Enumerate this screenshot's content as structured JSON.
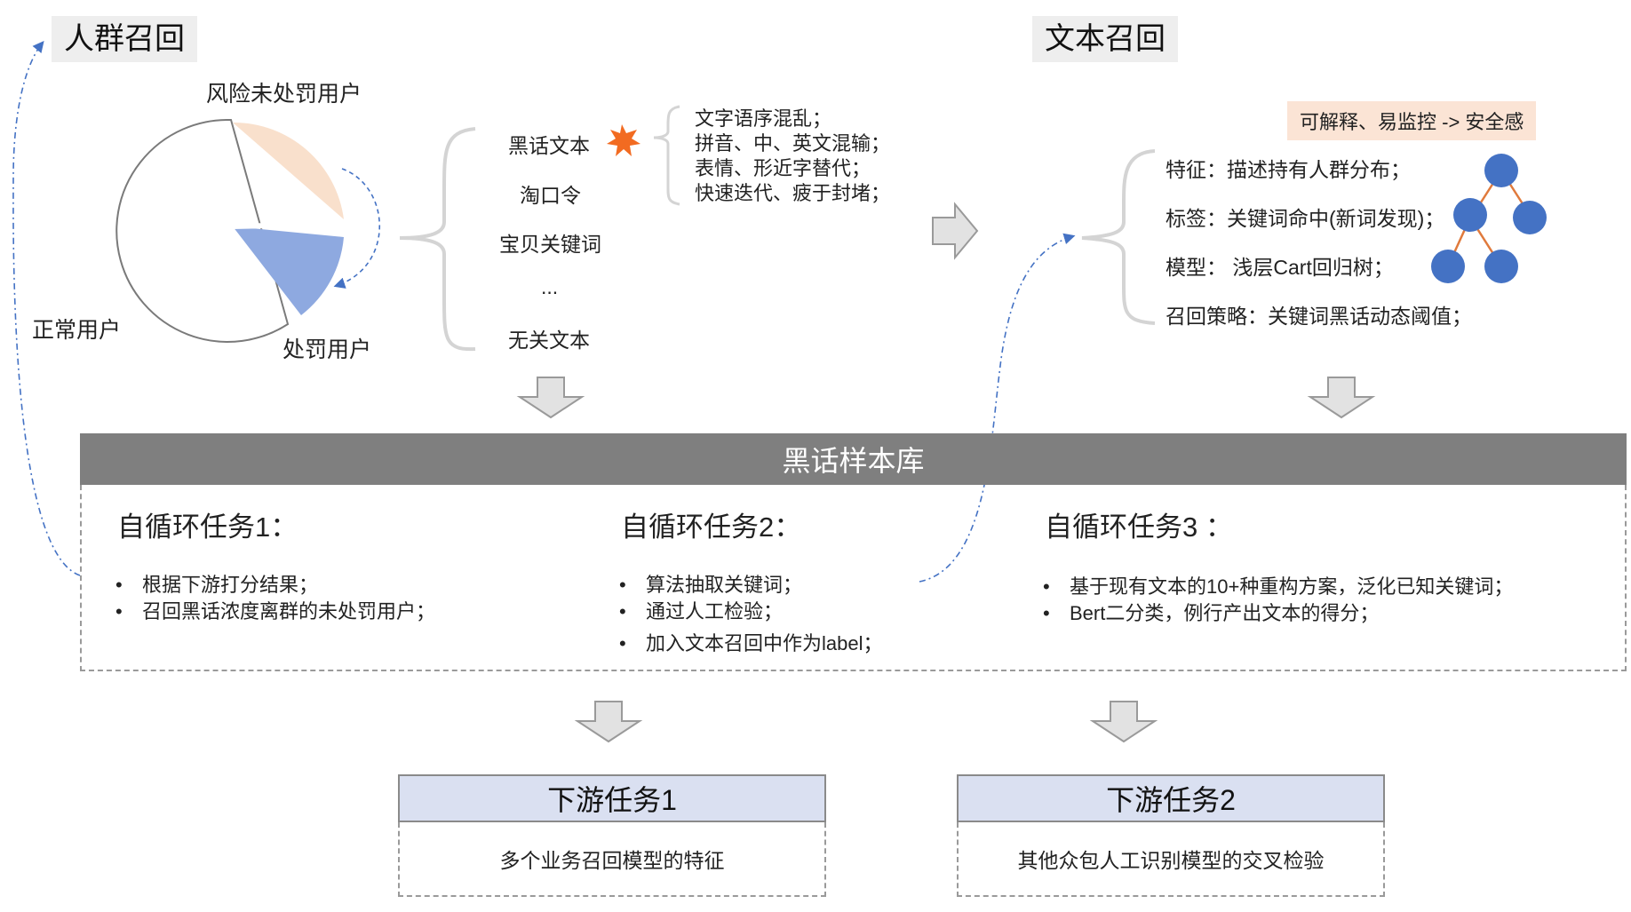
{
  "crowd_recall": {
    "title": "人群召回",
    "pie_labels": {
      "risk_unpunished": "风险未处罚用户",
      "normal": "正常用户",
      "punished": "处罚用户"
    },
    "colors": {
      "risk_unpunished": "#f9e0cc",
      "punished": "#8ea9e0",
      "normal": "#ffffff"
    }
  },
  "text_types": {
    "items": [
      "黑话文本",
      "淘口令",
      "宝贝关键词",
      "...",
      "无关文本"
    ],
    "star_color": "#f26b21",
    "features": [
      "文字语序混乱；",
      "拼音、中、英文混输；",
      "表情、形近字替代；",
      "快速迭代、疲于封堵；"
    ]
  },
  "text_recall": {
    "title": "文本召回",
    "tag": "可解释、易监控 -> 安全感",
    "items": [
      "特征：描述持有人群分布；",
      "标签：关键词命中(新词发现)；",
      "模型： 浅层Cart回归树；",
      "召回策略：关键词黑话动态阈值；"
    ],
    "tree_node_color": "#4472c4",
    "tree_edge_color": "#e07a3c"
  },
  "library": {
    "title": "黑话样本库",
    "tasks": [
      {
        "title": "自循环任务1：",
        "bullets": [
          "根据下游打分结果；",
          "召回黑话浓度离群的未处罚用户；"
        ]
      },
      {
        "title": "自循环任务2：",
        "bullets": [
          "算法抽取关键词；",
          "通过人工检验；",
          "加入文本召回中作为label；"
        ]
      },
      {
        "title": "自循环任务3 ：",
        "bullets": [
          "基于现有文本的10+种重构方案，泛化已知关键词；",
          "Bert二分类，例行产出文本的得分；"
        ]
      }
    ]
  },
  "downstream": [
    {
      "title": "下游任务1",
      "body": "多个业务召回模型的特征"
    },
    {
      "title": "下游任务2",
      "body": "其他众包人工识别模型的交叉检验"
    }
  ]
}
